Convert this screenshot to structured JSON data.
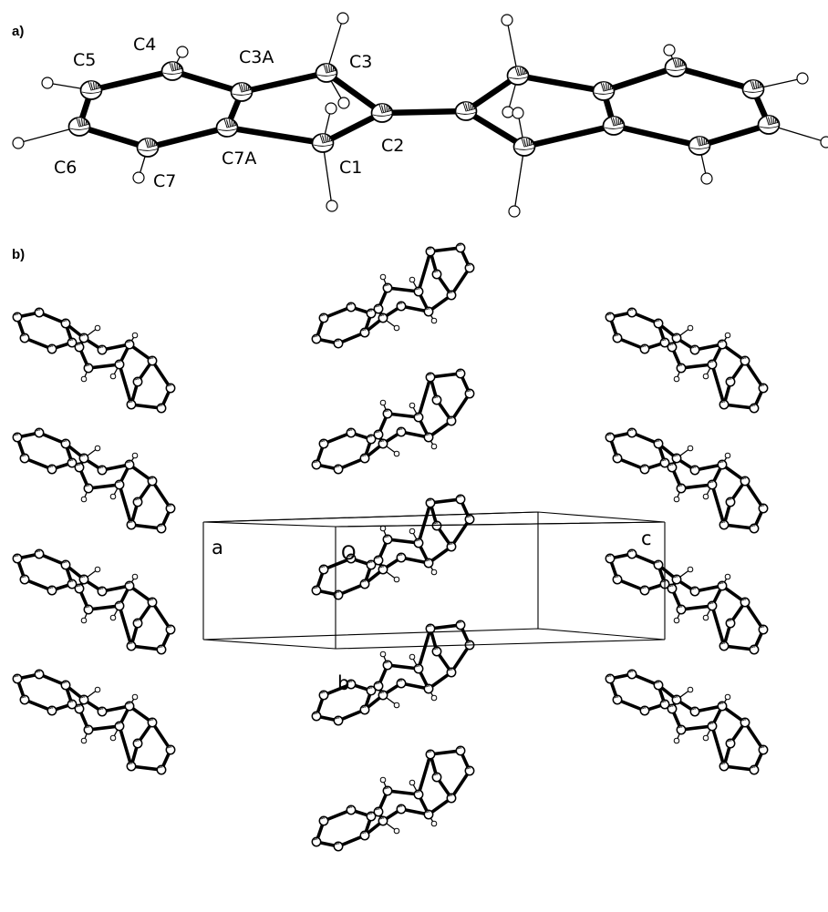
{
  "figure": {
    "panel_a": {
      "label": "a)",
      "atom_labels": {
        "c1": "C1",
        "c2": "C2",
        "c3": "C3",
        "c3a": "C3A",
        "c4": "C4",
        "c5": "C5",
        "c6": "C6",
        "c7": "C7",
        "c7a": "C7A"
      }
    },
    "panel_b": {
      "label": "b)",
      "cell_axes": {
        "a": "a",
        "b": "b",
        "c": "c",
        "origin": "O"
      }
    }
  }
}
